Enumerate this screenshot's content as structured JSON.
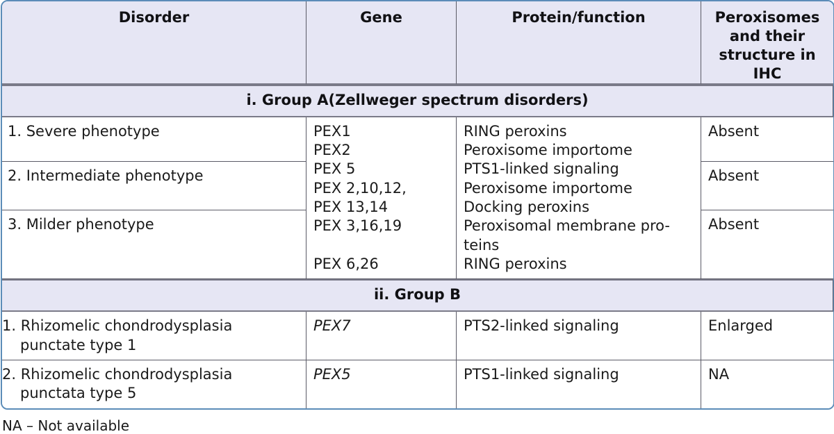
{
  "table": {
    "columns": [
      {
        "id": "disorder",
        "label": "Disorder"
      },
      {
        "id": "gene",
        "label": "Gene"
      },
      {
        "id": "protein",
        "label": "Protein/function"
      },
      {
        "id": "ihc",
        "label": "Peroxisomes and their structure in IHC"
      }
    ],
    "groups": [
      {
        "id": "group-a",
        "label": "i. Group A(Zellweger spectrum disorders)",
        "rows": [
          {
            "disorder": "1. Severe phenotype",
            "ihc": "Absent"
          },
          {
            "disorder": "2. Intermediate phenotype",
            "ihc": "Absent"
          },
          {
            "disorder": "3. Milder phenotype",
            "ihc": "Absent"
          }
        ],
        "gene_merged": "PEX1\nPEX2\nPEX 5\nPEX 2,10,12,\nPEX 13,14\nPEX 3,16,19\n\nPEX 6,26",
        "protein_merged": "RING peroxins\nPeroxisome importome\nPTS1-linked signaling\nPeroxisome importome\nDocking peroxins\nPeroxisomal membrane pro-\nteins\nRING peroxins"
      },
      {
        "id": "group-b",
        "label": "ii. Group B",
        "rows": [
          {
            "disorder": "1. Rhizomelic chondrodysplasia punctate type 1",
            "gene": "PEX7",
            "protein": "PTS2-linked signaling",
            "ihc": "Enlarged"
          },
          {
            "disorder": "2. Rhizomelic chondrodysplasia punctata type 5",
            "gene": "PEX5",
            "protein": "PTS1-linked signaling",
            "ihc": "NA"
          }
        ]
      }
    ],
    "footnote": "NA – Not available"
  },
  "colors": {
    "header_fill": "#e6e6f4",
    "frame_border": "#5b8cb8",
    "grid_line": "#5a5a66",
    "text": "#1a1a1a"
  }
}
